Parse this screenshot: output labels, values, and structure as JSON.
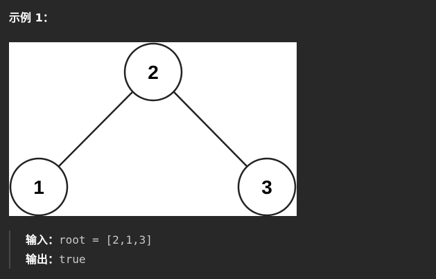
{
  "example": {
    "title": "示例 1："
  },
  "tree": {
    "root": "2",
    "left": "1",
    "right": "3"
  },
  "io": {
    "input_label": "输入：",
    "input_value": "root = [2,1,3]",
    "output_label": "输出：",
    "output_value": "true"
  },
  "colors": {
    "page_background": "#282828",
    "figure_background": "#ffffff",
    "node_stroke": "#222222",
    "text_primary": "#ffffff",
    "code_text": "#c8c8c8",
    "quote_border": "#4a4a4a"
  }
}
